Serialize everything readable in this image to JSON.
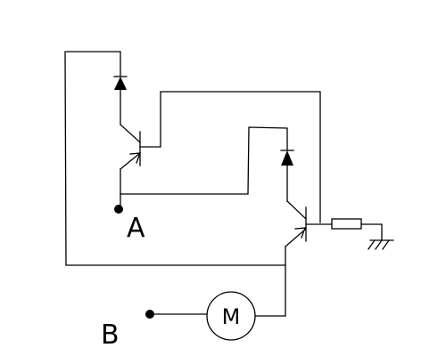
{
  "labels": {
    "terminal_a": "A",
    "terminal_b": "B",
    "motor": "M"
  },
  "colors": {
    "ink": "#000000",
    "background": "#ffffff"
  }
}
